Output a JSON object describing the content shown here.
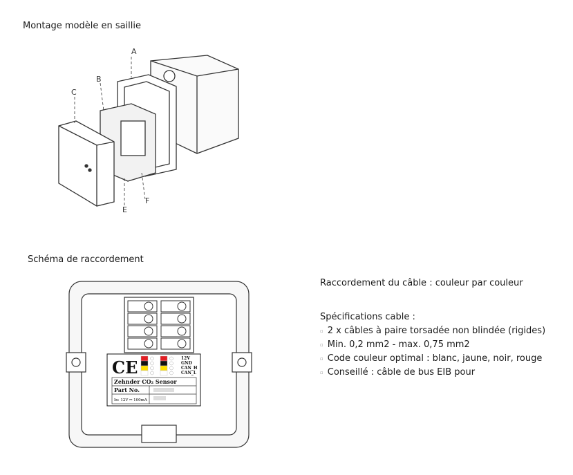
{
  "section1": {
    "title": "Montage modèle en saillie",
    "labels": [
      "A",
      "B",
      "C",
      "E",
      "F"
    ]
  },
  "section2": {
    "title": "Schéma de raccordement"
  },
  "device_label": {
    "mark": "CE",
    "pins": [
      "12V",
      "GND",
      "CAN_H",
      "CAN_L"
    ],
    "product": "Zehnder CO₂ Sensor",
    "part_label": "Part No.",
    "rating": "In: 12V ⎓ 100mA",
    "wire_colors": [
      "#e31e24",
      "#111111",
      "#ffe000",
      "#ffffff"
    ]
  },
  "right": {
    "connection": "Raccordement du câble : couleur par couleur",
    "spec_title": "Spécifications cable :",
    "specs": [
      "2 x câbles à paire torsadée non blindée (rigides)",
      "Min. 0,2 mm2 - max. 0,75 mm2",
      "Code couleur optimal : blanc, jaune, noir, rouge",
      "Conseillé : câble de bus EIB pour"
    ]
  }
}
